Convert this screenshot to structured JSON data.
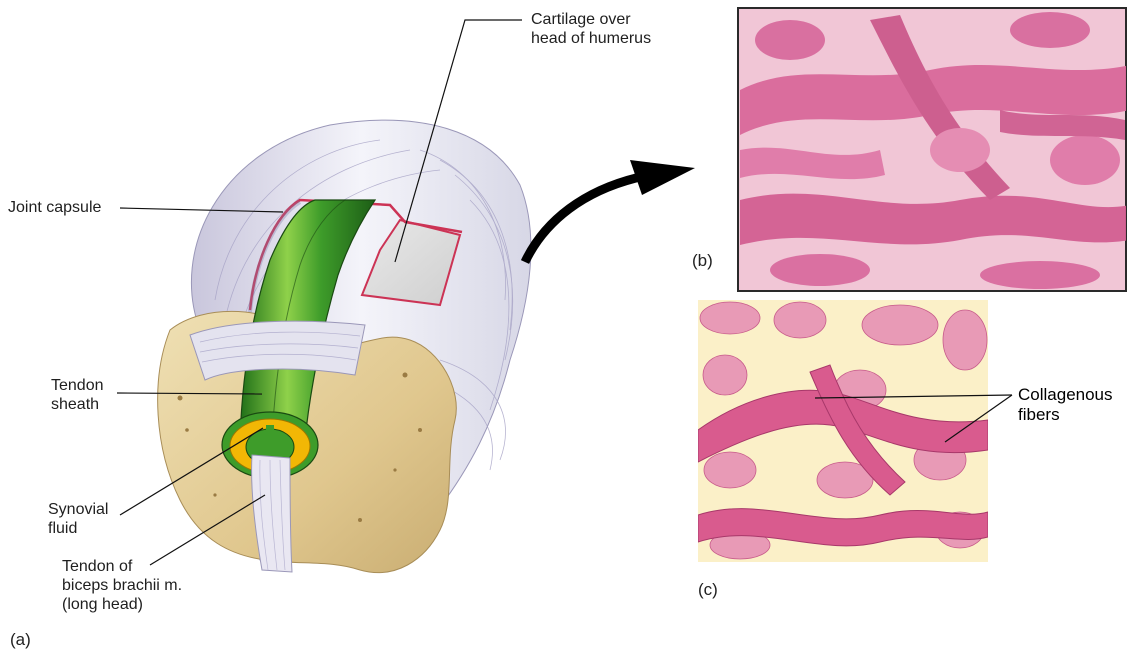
{
  "panels": {
    "a": {
      "letter": "(a)"
    },
    "b": {
      "letter": "(b)"
    },
    "c": {
      "letter": "(c)"
    }
  },
  "labels": {
    "cartilage": [
      "Cartilage over",
      "head of humerus"
    ],
    "joint_capsule": [
      "Joint capsule"
    ],
    "tendon_sheath": [
      "Tendon",
      "sheath"
    ],
    "synovial_fluid": [
      "Synovial",
      "fluid"
    ],
    "tendon_biceps": [
      "Tendon of",
      "biceps brachii m.",
      "(long head)"
    ],
    "collagenous_fibers": [
      "Collagenous",
      "fibers"
    ]
  },
  "colors": {
    "tissue_pink": "#d9699a",
    "tissue_bg": "#f3c9d8",
    "tendon_green": "#3e9c2a",
    "synovial_yellow": "#f2b705",
    "bone_tan": "#e3cf9a",
    "capsule_white": "#e8e8f0",
    "cartilage_red": "#cc3355"
  }
}
